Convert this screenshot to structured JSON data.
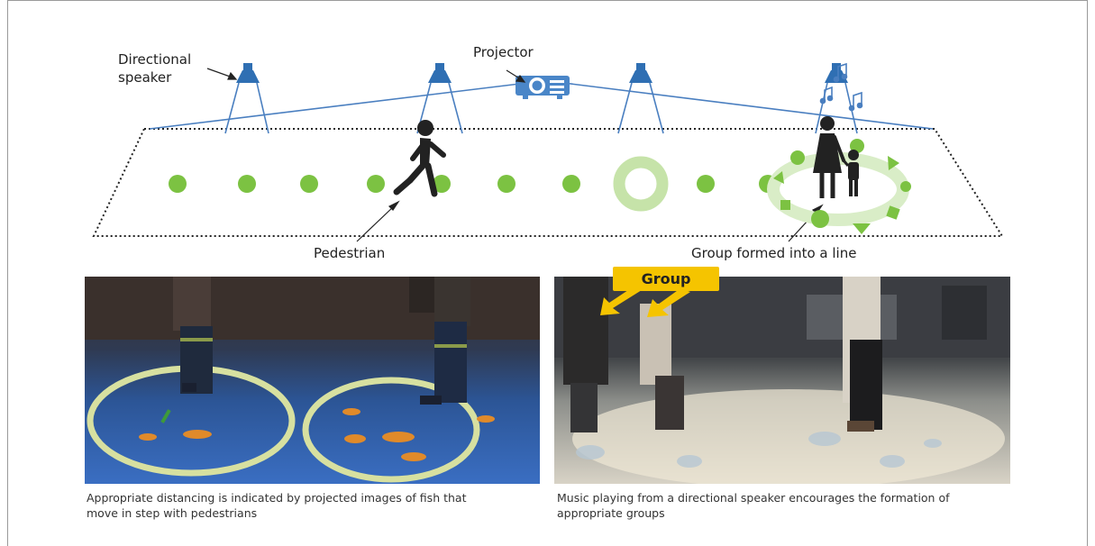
{
  "diagram": {
    "labels": {
      "directional_speaker_line1": "Directional",
      "directional_speaker_line2": "speaker",
      "projector": "Projector",
      "pedestrian": "Pedestrian",
      "group_line": "Group formed into a line"
    }
  },
  "photos": {
    "left": {
      "caption_line1": "Appropriate distancing is indicated by projected images of fish that",
      "caption_line2": "move in step with pedestrians"
    },
    "right": {
      "group_tag": "Group",
      "caption_line1": "Music playing from a directional speaker encourages the formation of",
      "caption_line2": "appropriate groups"
    }
  },
  "colors": {
    "speaker": "#2f6fb3",
    "dot": "#7cc242",
    "ring": "#c6e3a9",
    "tag": "#f5c400"
  },
  "icons": [
    "speaker-icon",
    "projector-icon",
    "walking-person-icon",
    "adult-child-icon",
    "music-note-icon"
  ]
}
